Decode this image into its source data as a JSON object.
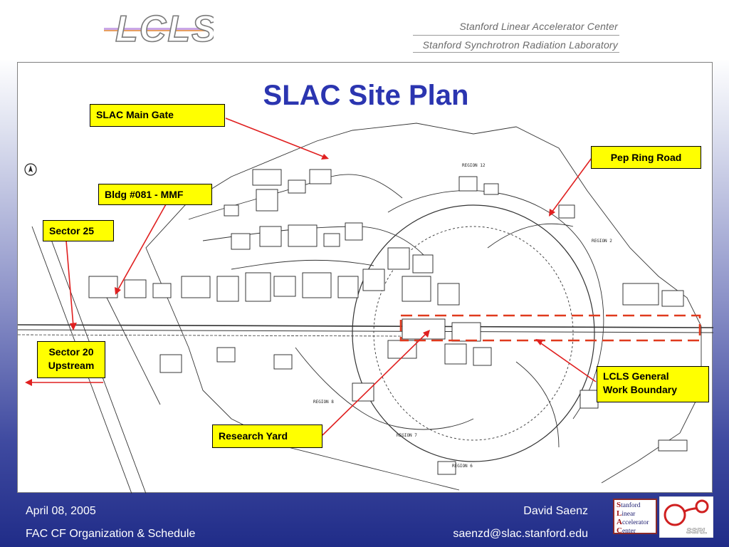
{
  "header": {
    "logo_text": "LCLS",
    "org_line_1": "Stanford Linear Accelerator Center",
    "org_line_2": "Stanford Synchrotron Radiation Laboratory"
  },
  "slide": {
    "title": "SLAC Site Plan"
  },
  "map": {
    "region_labels": [
      "REGION 12",
      "REGION 2",
      "REGION 8",
      "REGION 7",
      "REGION 6"
    ],
    "callouts": {
      "main_gate": "SLAC Main Gate",
      "pep_ring_road": "Pep Ring Road",
      "bldg_081": "Bldg #081 - MMF",
      "sector_25": "Sector 25",
      "sector_20_line1": "Sector 20",
      "sector_20_line2": "Upstream",
      "lcls_line1": "LCLS General",
      "lcls_line2": "Work Boundary",
      "research_yard": "Research Yard"
    },
    "colors": {
      "callout_fill": "#ffff00",
      "leader_line": "#e02020",
      "boundary_dash": "#e03a1e",
      "title": "#2b35b0"
    }
  },
  "footer": {
    "date": "April 08, 2005",
    "subject": "FAC CF Organization & Schedule",
    "presenter": "David Saenz",
    "email": "saenzd@slac.stanford.edu",
    "badge_lines": [
      {
        "cap": "S",
        "rest": "tanford"
      },
      {
        "cap": "L",
        "rest": "inear"
      },
      {
        "cap": "A",
        "rest": "ccelerator"
      },
      {
        "cap": "C",
        "rest": "enter"
      }
    ],
    "ssrl_text": "SSRL"
  }
}
